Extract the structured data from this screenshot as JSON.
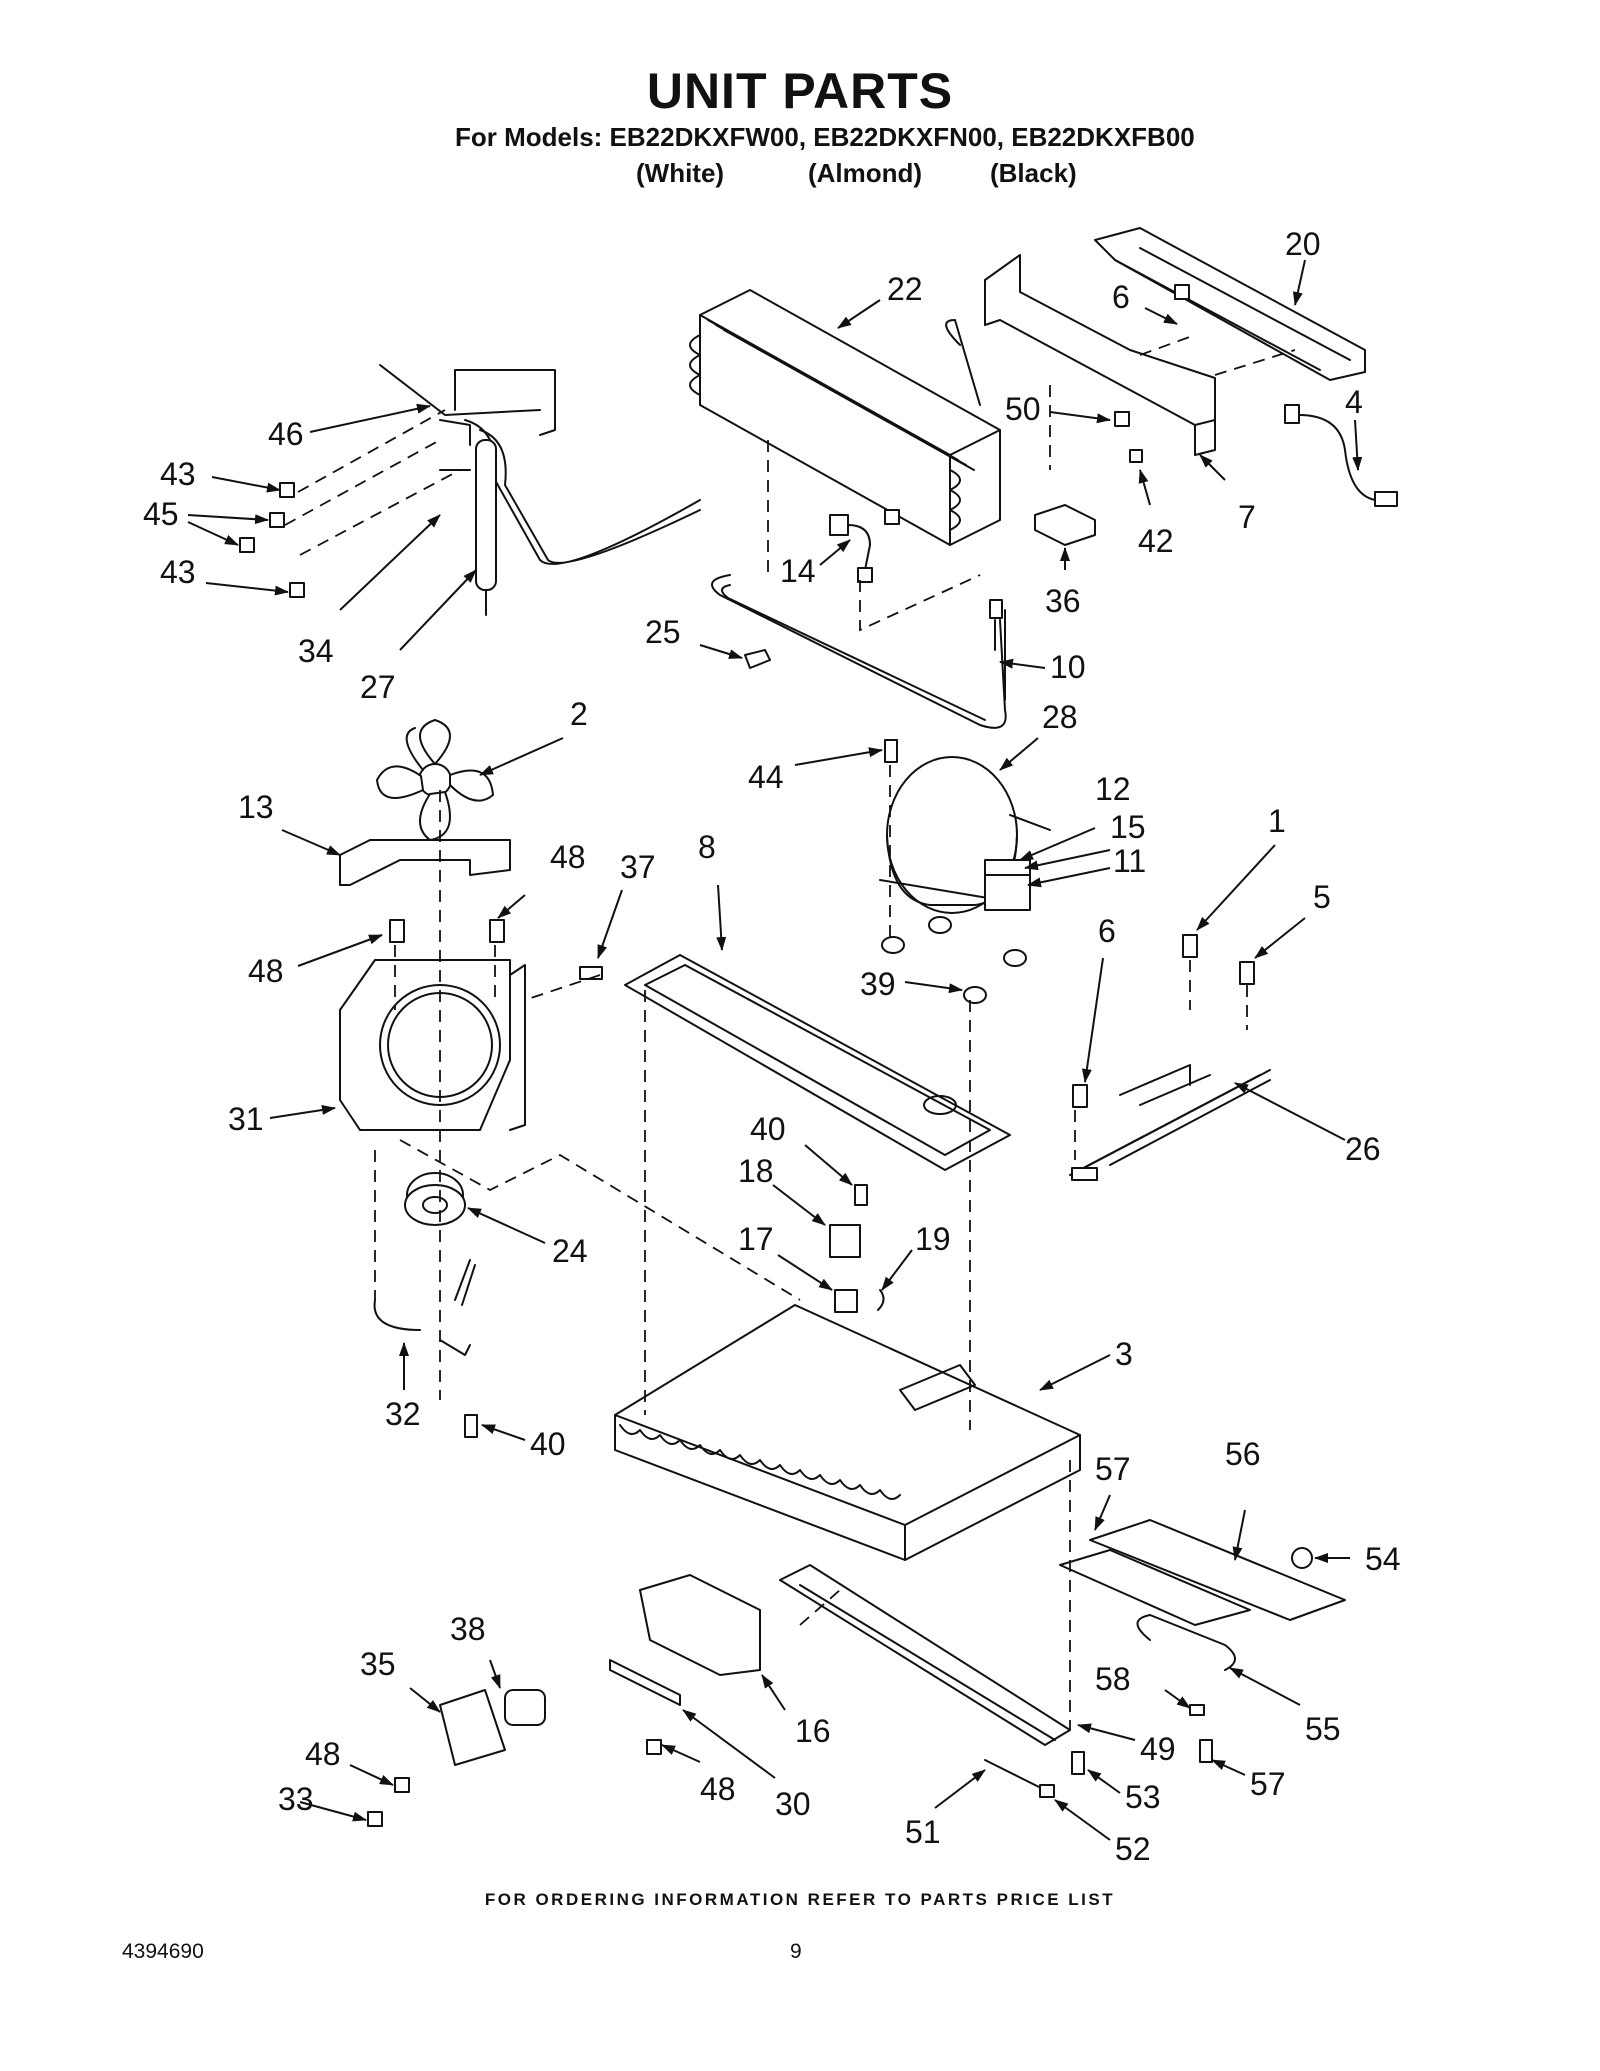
{
  "header": {
    "title": "UNIT PARTS",
    "models": "For Models: EB22DKXFW00, EB22DKXFN00, EB22DKXFB00",
    "colors": [
      "(White)",
      "(Almond)",
      "(Black)"
    ]
  },
  "callouts": [
    "22",
    "20",
    "6",
    "4",
    "50",
    "7",
    "42",
    "36",
    "14",
    "10",
    "25",
    "46",
    "43",
    "45",
    "43",
    "34",
    "27",
    "2",
    "28",
    "44",
    "12",
    "15",
    "11",
    "13",
    "48",
    "37",
    "8",
    "1",
    "5",
    "48",
    "6",
    "39",
    "31",
    "26",
    "40",
    "18",
    "24",
    "17",
    "19",
    "3",
    "32",
    "40",
    "57",
    "56",
    "54",
    "38",
    "35",
    "16",
    "58",
    "55",
    "48",
    "48",
    "30",
    "49",
    "53",
    "57",
    "33",
    "51",
    "52"
  ],
  "footer": {
    "ordering_note": "FOR ORDERING INFORMATION REFER TO PARTS PRICE LIST",
    "document_number": "4394690",
    "page_number": "9"
  }
}
